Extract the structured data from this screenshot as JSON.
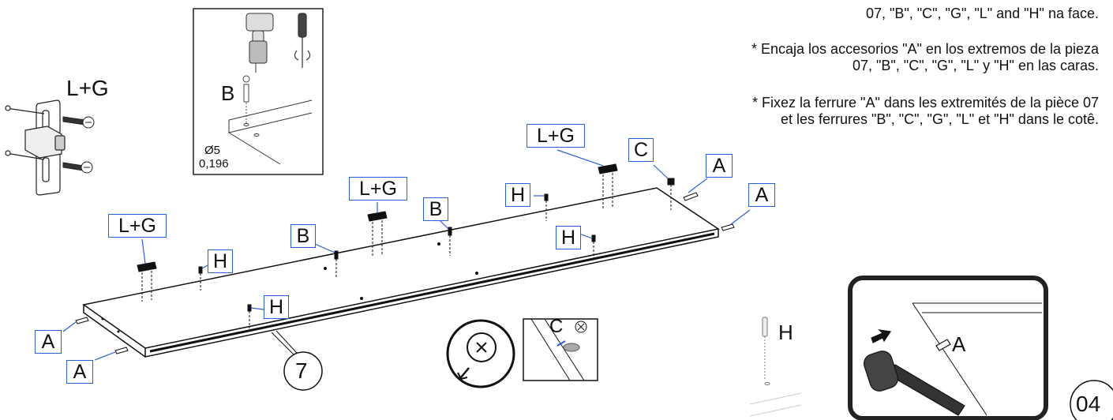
{
  "instructions": {
    "pt_line2": "07, \"B\", \"C\", \"G\", \"L\" and \"H\" na face.",
    "es_line1": "* Encaja los accesorios \"A\" en los extremos de la pieza",
    "es_line2": "07, \"B\", \"C\", \"G\", \"L\" y \"H\" en las caras.",
    "fr_line1": "* Fixez la ferrure \"A\" dans les extremités de la pièce 07",
    "fr_line2": "et les ferrures \"B\", \"C\", \"G\", \"L\" et \"H\" dans le cotê."
  },
  "callouts": {
    "lg_detail": "L+G",
    "b_detail": "B",
    "drill_diameter": "Ø5",
    "drill_inch": "0,196",
    "part_number": "7",
    "c_detail": "C",
    "h_detail": "H",
    "a_detail": "A",
    "step_number": "04"
  },
  "labels": {
    "lg": "L+G",
    "h": "H",
    "b": "B",
    "c": "C",
    "a": "A"
  }
}
